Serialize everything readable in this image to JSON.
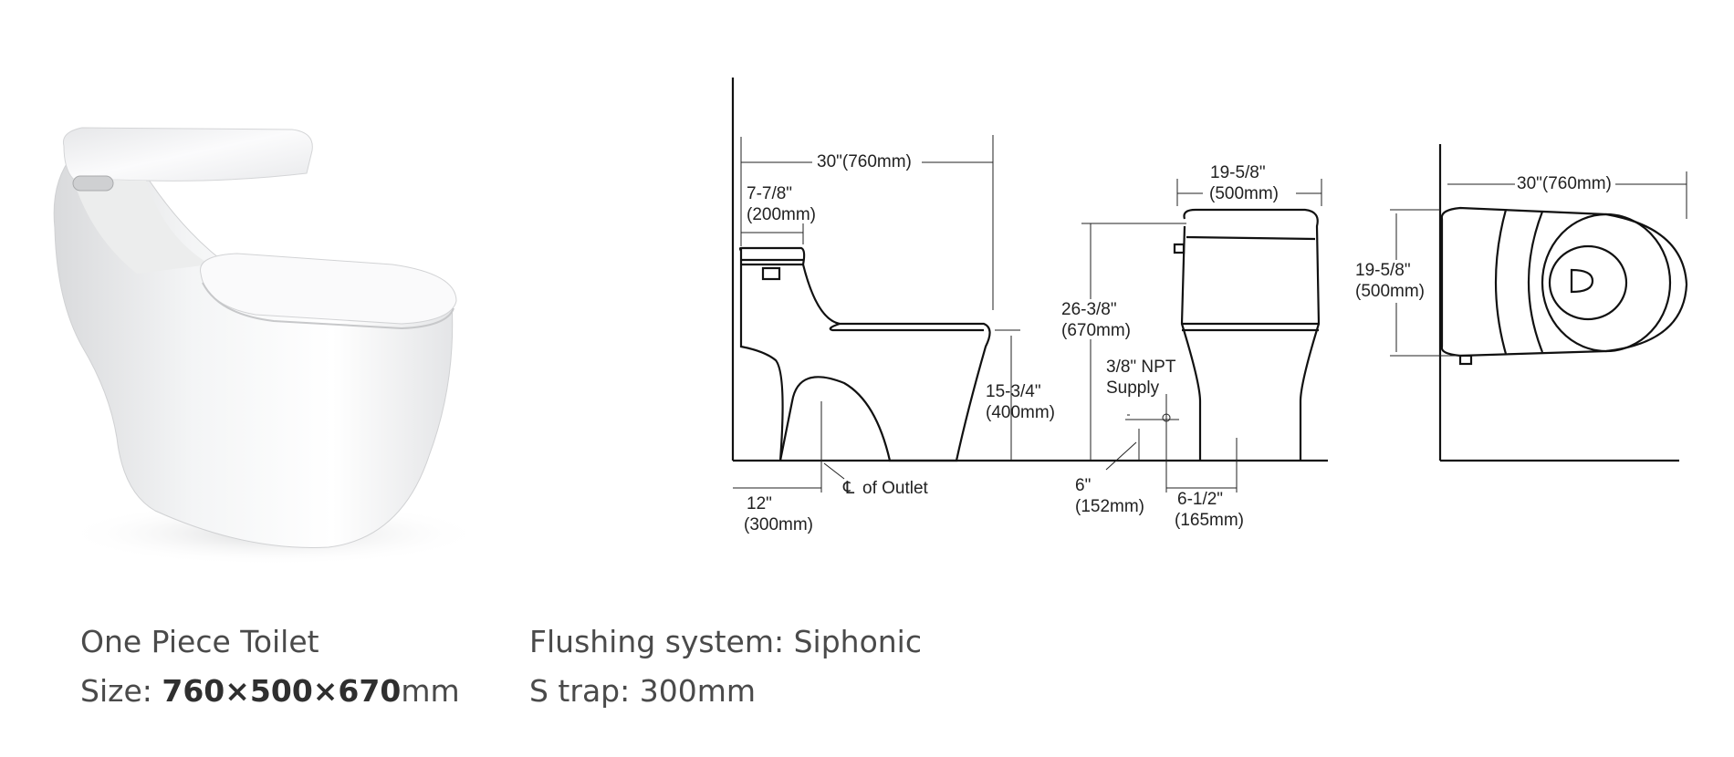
{
  "captions": {
    "product_name": "One Piece Toilet",
    "size_label": "Size: ",
    "size_value": "760×500×670",
    "size_unit": "mm",
    "flushing": "Flushing system: Siphonic",
    "trap": "S trap: 300mm"
  },
  "dimensions": {
    "side_length_in": "30\"(760mm)",
    "tank_depth_in": "7-7/8\"",
    "tank_depth_mm": "(200mm)",
    "seat_height_in": "15-3/4\"",
    "seat_height_mm": "(400mm)",
    "rough_in_in": "12\"",
    "rough_in_mm": "(300mm)",
    "outlet_cl": "℄",
    "outlet_label": "of Outlet",
    "front_width_in": "19-5/8\"",
    "front_width_mm": "(500mm)",
    "overall_height_in": "26-3/8\"",
    "overall_height_mm": "(670mm)",
    "supply_label_1": "3/8\" NPT",
    "supply_label_2": "Supply",
    "supply_height_in": "6\"",
    "supply_height_mm": "(152mm)",
    "supply_offset_in": "6-1/2\"",
    "supply_offset_mm": "(165mm)",
    "top_length_in": "30\"(760mm)",
    "top_width_in": "19-5/8\"",
    "top_width_mm": "(500mm)"
  }
}
